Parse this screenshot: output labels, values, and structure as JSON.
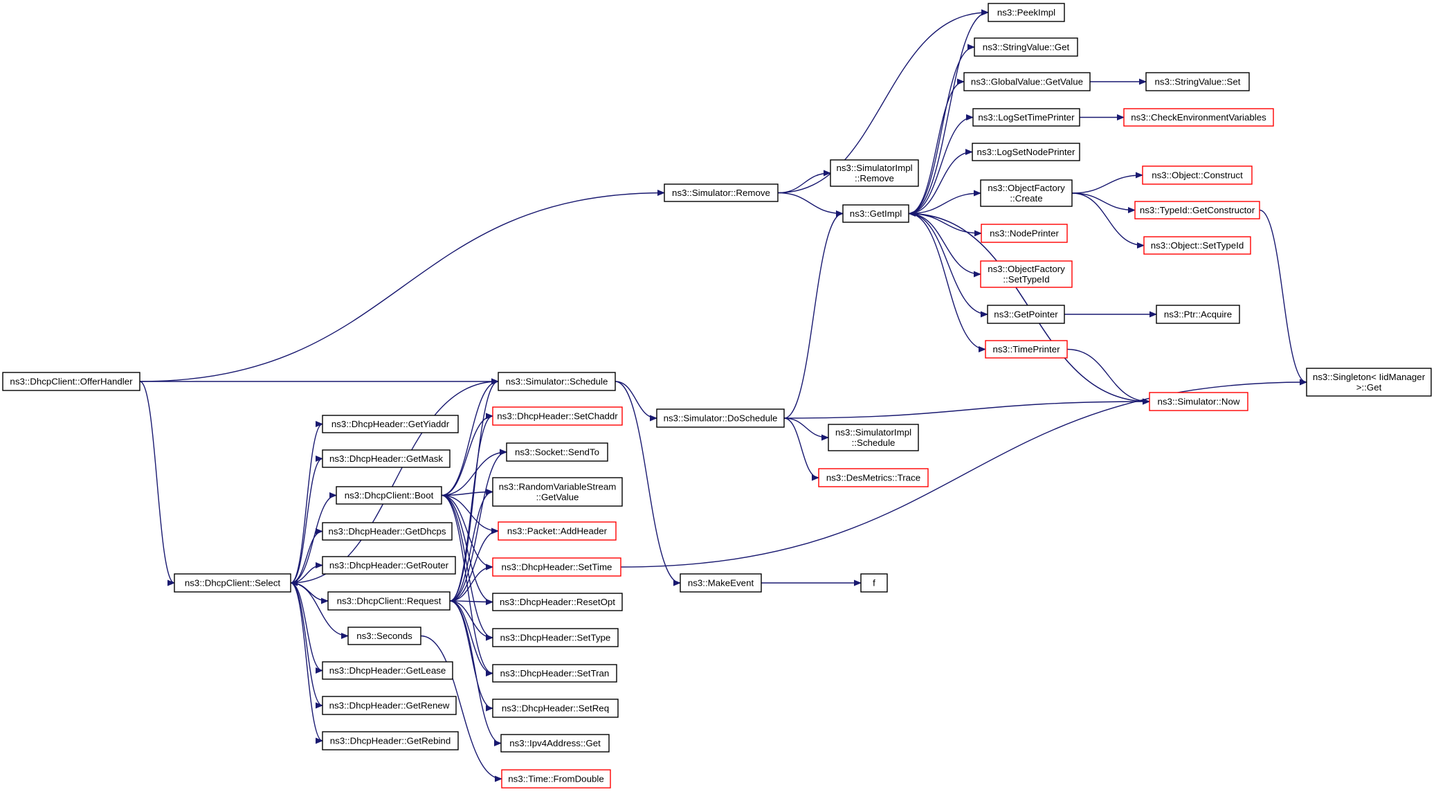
{
  "colors": {
    "edge": "#191970",
    "node_border": "#000000",
    "truncated_border": "#ff0000",
    "root_fill": "#bfbfbf",
    "node_fill": "#ffffff"
  },
  "nodes": [
    {
      "id": "offerhandler",
      "lines": [
        "ns3::DhcpClient::OfferHandler"
      ],
      "style": "root"
    },
    {
      "id": "remove",
      "lines": [
        "ns3::Simulator::Remove"
      ],
      "style": "normal"
    },
    {
      "id": "schedule",
      "lines": [
        "ns3::Simulator::Schedule"
      ],
      "style": "normal"
    },
    {
      "id": "select",
      "lines": [
        "ns3::DhcpClient::Select"
      ],
      "style": "normal"
    },
    {
      "id": "peekimpl",
      "lines": [
        "ns3::PeekImpl"
      ],
      "style": "normal"
    },
    {
      "id": "simimpl_remove",
      "lines": [
        "ns3::SimulatorImpl",
        "::Remove"
      ],
      "style": "normal"
    },
    {
      "id": "getimpl",
      "lines": [
        "ns3::GetImpl"
      ],
      "style": "normal"
    },
    {
      "id": "doschedule",
      "lines": [
        "ns3::Simulator::DoSchedule"
      ],
      "style": "normal"
    },
    {
      "id": "makeevent",
      "lines": [
        "ns3::MakeEvent"
      ],
      "style": "normal"
    },
    {
      "id": "f",
      "lines": [
        "f"
      ],
      "style": "normal"
    },
    {
      "id": "strval_get",
      "lines": [
        "ns3::StringValue::Get"
      ],
      "style": "normal"
    },
    {
      "id": "gv_getvalue",
      "lines": [
        "ns3::GlobalValue::GetValue"
      ],
      "style": "normal"
    },
    {
      "id": "strval_set",
      "lines": [
        "ns3::StringValue::Set"
      ],
      "style": "normal"
    },
    {
      "id": "logsettime",
      "lines": [
        "ns3::LogSetTimePrinter"
      ],
      "style": "normal"
    },
    {
      "id": "checkenv",
      "lines": [
        "ns3::CheckEnvironmentVariables"
      ],
      "style": "truncated"
    },
    {
      "id": "logsetnode",
      "lines": [
        "ns3::LogSetNodePrinter"
      ],
      "style": "normal"
    },
    {
      "id": "of_create",
      "lines": [
        "ns3::ObjectFactory",
        "::Create"
      ],
      "style": "normal"
    },
    {
      "id": "obj_construct",
      "lines": [
        "ns3::Object::Construct"
      ],
      "style": "truncated"
    },
    {
      "id": "typeid_getctor",
      "lines": [
        "ns3::TypeId::GetConstructor"
      ],
      "style": "truncated"
    },
    {
      "id": "obj_settypeid",
      "lines": [
        "ns3::Object::SetTypeId"
      ],
      "style": "truncated"
    },
    {
      "id": "nodeprinter",
      "lines": [
        "ns3::NodePrinter"
      ],
      "style": "truncated"
    },
    {
      "id": "of_settypeid",
      "lines": [
        "ns3::ObjectFactory",
        "::SetTypeId"
      ],
      "style": "truncated"
    },
    {
      "id": "getpointer",
      "lines": [
        "ns3::GetPointer"
      ],
      "style": "normal"
    },
    {
      "id": "ptr_acquire",
      "lines": [
        "ns3::Ptr::Acquire"
      ],
      "style": "normal"
    },
    {
      "id": "timeprinter",
      "lines": [
        "ns3::TimePrinter"
      ],
      "style": "truncated"
    },
    {
      "id": "sim_now",
      "lines": [
        "ns3::Simulator::Now"
      ],
      "style": "truncated"
    },
    {
      "id": "singleton_get",
      "lines": [
        "ns3::Singleton< IidManager",
        ">::Get"
      ],
      "style": "normal"
    },
    {
      "id": "simimpl_schedule",
      "lines": [
        "ns3::SimulatorImpl",
        "::Schedule"
      ],
      "style": "normal"
    },
    {
      "id": "desmetrics",
      "lines": [
        "ns3::DesMetrics::Trace"
      ],
      "style": "truncated"
    },
    {
      "id": "getyiaddr",
      "lines": [
        "ns3::DhcpHeader::GetYiaddr"
      ],
      "style": "normal"
    },
    {
      "id": "getmask",
      "lines": [
        "ns3::DhcpHeader::GetMask"
      ],
      "style": "normal"
    },
    {
      "id": "boot",
      "lines": [
        "ns3::DhcpClient::Boot"
      ],
      "style": "normal"
    },
    {
      "id": "getdhcps",
      "lines": [
        "ns3::DhcpHeader::GetDhcps"
      ],
      "style": "normal"
    },
    {
      "id": "getrouter",
      "lines": [
        "ns3::DhcpHeader::GetRouter"
      ],
      "style": "normal"
    },
    {
      "id": "request",
      "lines": [
        "ns3::DhcpClient::Request"
      ],
      "style": "normal"
    },
    {
      "id": "seconds",
      "lines": [
        "ns3::Seconds"
      ],
      "style": "normal"
    },
    {
      "id": "getlease",
      "lines": [
        "ns3::DhcpHeader::GetLease"
      ],
      "style": "normal"
    },
    {
      "id": "getrenew",
      "lines": [
        "ns3::DhcpHeader::GetRenew"
      ],
      "style": "normal"
    },
    {
      "id": "getrebind",
      "lines": [
        "ns3::DhcpHeader::GetRebind"
      ],
      "style": "normal"
    },
    {
      "id": "setchaddr",
      "lines": [
        "ns3::DhcpHeader::SetChaddr"
      ],
      "style": "truncated"
    },
    {
      "id": "sendto",
      "lines": [
        "ns3::Socket::SendTo"
      ],
      "style": "normal"
    },
    {
      "id": "rvs_getvalue",
      "lines": [
        "ns3::RandomVariableStream",
        "::GetValue"
      ],
      "style": "normal"
    },
    {
      "id": "addheader",
      "lines": [
        "ns3::Packet::AddHeader"
      ],
      "style": "truncated"
    },
    {
      "id": "settime",
      "lines": [
        "ns3::DhcpHeader::SetTime"
      ],
      "style": "truncated"
    },
    {
      "id": "resetopt",
      "lines": [
        "ns3::DhcpHeader::ResetOpt"
      ],
      "style": "normal"
    },
    {
      "id": "settype",
      "lines": [
        "ns3::DhcpHeader::SetType"
      ],
      "style": "normal"
    },
    {
      "id": "settran",
      "lines": [
        "ns3::DhcpHeader::SetTran"
      ],
      "style": "normal"
    },
    {
      "id": "setreq",
      "lines": [
        "ns3::DhcpHeader::SetReq"
      ],
      "style": "normal"
    },
    {
      "id": "ipv4_get",
      "lines": [
        "ns3::Ipv4Address::Get"
      ],
      "style": "normal"
    },
    {
      "id": "fromdouble",
      "lines": [
        "ns3::Time::FromDouble"
      ],
      "style": "truncated"
    }
  ],
  "edges": [
    [
      "offerhandler",
      "remove"
    ],
    [
      "offerhandler",
      "schedule"
    ],
    [
      "offerhandler",
      "select"
    ],
    [
      "remove",
      "peekimpl"
    ],
    [
      "remove",
      "simimpl_remove"
    ],
    [
      "remove",
      "getimpl"
    ],
    [
      "getimpl",
      "peekimpl"
    ],
    [
      "getimpl",
      "strval_get"
    ],
    [
      "getimpl",
      "gv_getvalue"
    ],
    [
      "getimpl",
      "logsettime"
    ],
    [
      "getimpl",
      "logsetnode"
    ],
    [
      "getimpl",
      "of_create"
    ],
    [
      "getimpl",
      "nodeprinter"
    ],
    [
      "getimpl",
      "of_settypeid"
    ],
    [
      "getimpl",
      "getpointer"
    ],
    [
      "getimpl",
      "timeprinter"
    ],
    [
      "getimpl",
      "sim_now"
    ],
    [
      "gv_getvalue",
      "strval_set"
    ],
    [
      "logsettime",
      "checkenv"
    ],
    [
      "of_create",
      "obj_construct"
    ],
    [
      "of_create",
      "typeid_getctor"
    ],
    [
      "of_create",
      "obj_settypeid"
    ],
    [
      "typeid_getctor",
      "singleton_get"
    ],
    [
      "getpointer",
      "ptr_acquire"
    ],
    [
      "timeprinter",
      "sim_now"
    ],
    [
      "sim_now",
      "getimpl"
    ],
    [
      "schedule",
      "doschedule"
    ],
    [
      "schedule",
      "makeevent"
    ],
    [
      "doschedule",
      "getimpl"
    ],
    [
      "doschedule",
      "simimpl_schedule"
    ],
    [
      "doschedule",
      "desmetrics"
    ],
    [
      "doschedule",
      "sim_now"
    ],
    [
      "makeevent",
      "f"
    ],
    [
      "select",
      "getyiaddr"
    ],
    [
      "select",
      "getmask"
    ],
    [
      "select",
      "boot"
    ],
    [
      "select",
      "getdhcps"
    ],
    [
      "select",
      "getrouter"
    ],
    [
      "select",
      "request"
    ],
    [
      "select",
      "seconds"
    ],
    [
      "select",
      "getlease"
    ],
    [
      "select",
      "getrenew"
    ],
    [
      "select",
      "getrebind"
    ],
    [
      "select",
      "schedule"
    ],
    [
      "boot",
      "schedule"
    ],
    [
      "boot",
      "setchaddr"
    ],
    [
      "boot",
      "sendto"
    ],
    [
      "boot",
      "rvs_getvalue"
    ],
    [
      "boot",
      "addheader"
    ],
    [
      "boot",
      "settime"
    ],
    [
      "boot",
      "resetopt"
    ],
    [
      "boot",
      "settype"
    ],
    [
      "boot",
      "settran"
    ],
    [
      "request",
      "select"
    ],
    [
      "request",
      "schedule"
    ],
    [
      "request",
      "setchaddr"
    ],
    [
      "request",
      "sendto"
    ],
    [
      "request",
      "rvs_getvalue"
    ],
    [
      "request",
      "addheader"
    ],
    [
      "request",
      "settime"
    ],
    [
      "request",
      "resetopt"
    ],
    [
      "request",
      "settype"
    ],
    [
      "request",
      "settran"
    ],
    [
      "request",
      "setreq"
    ],
    [
      "request",
      "ipv4_get"
    ],
    [
      "seconds",
      "fromdouble"
    ],
    [
      "settime",
      "singleton_get"
    ]
  ]
}
